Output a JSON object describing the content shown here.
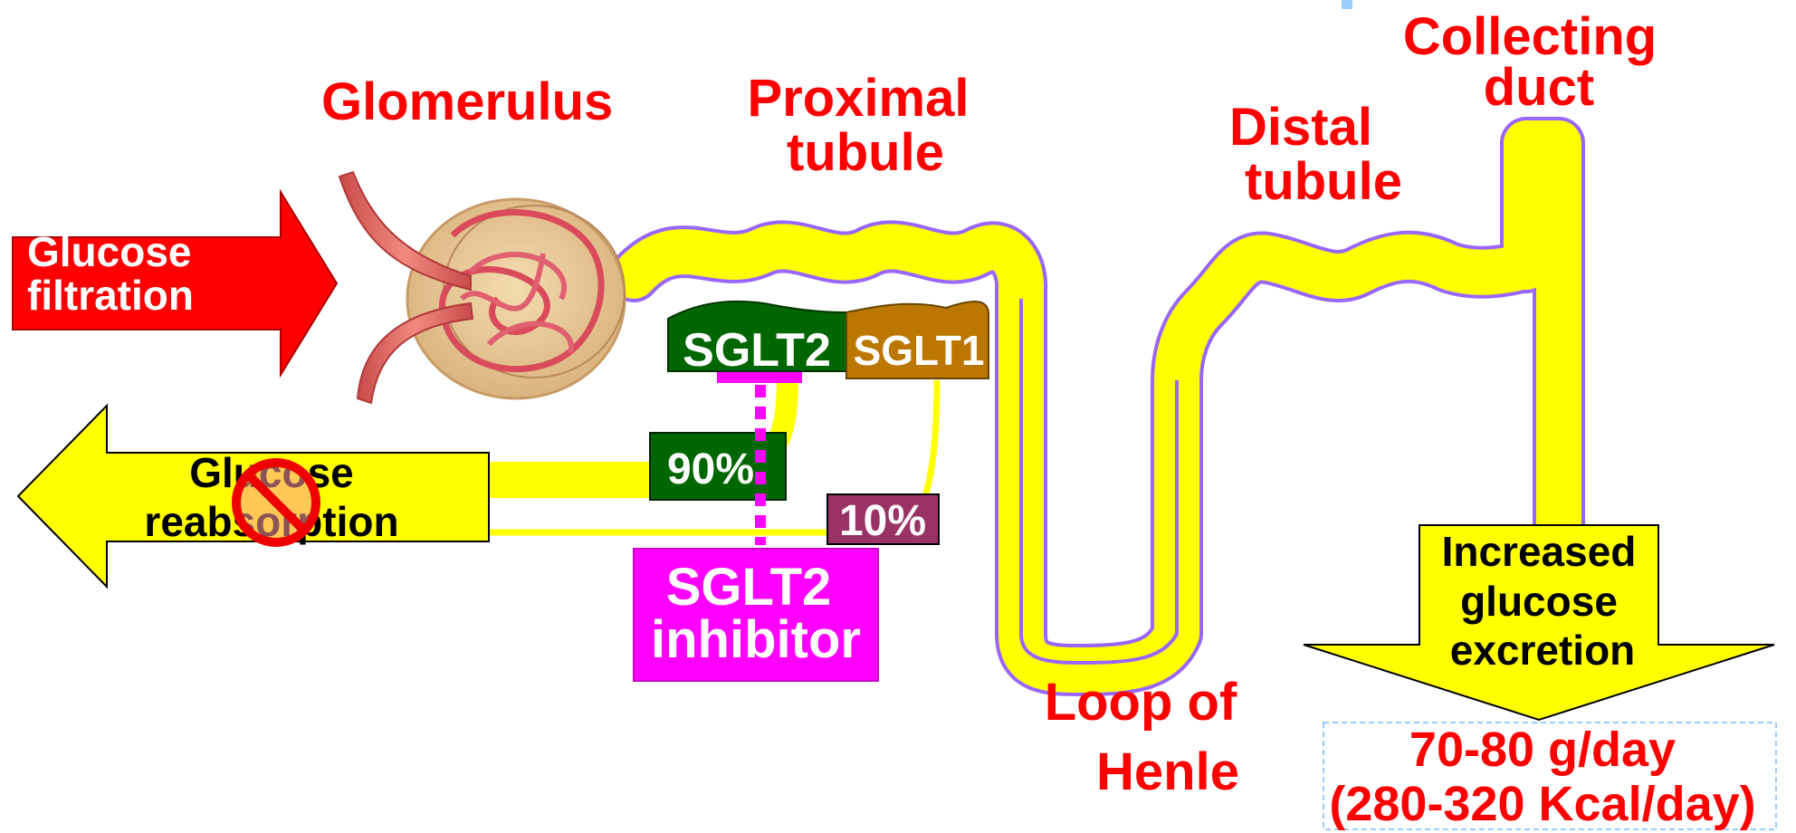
{
  "labels": {
    "glomerulus": "Glomerulus",
    "proximal_1": "Proximal",
    "proximal_2": "tubule",
    "distal_1": "Distal",
    "distal_2": "tubule",
    "collecting_1": "Collecting",
    "collecting_2": "duct",
    "loop_1": "Loop of",
    "loop_2": "Henle"
  },
  "arrows": {
    "filtration_1": "Glucose",
    "filtration_2": "filtration",
    "reabsorption_1": "Glucose",
    "reabsorption_2": "reabsorption",
    "excretion_1": "Increased",
    "excretion_2": "glucose",
    "excretion_3": "excretion"
  },
  "transporters": {
    "sglt2": "SGLT2",
    "sglt1": "SGLT1",
    "pct_90": "90%",
    "pct_10": "10%"
  },
  "inhibitor": {
    "line1": "SGLT2",
    "line2": "inhibitor"
  },
  "excretion_amount": {
    "line1": "70-80 g/day",
    "line2": "(280-320 Kcal/day)"
  },
  "colors": {
    "label_red": "#ff0000",
    "tubule_yellow": "#ffff00",
    "tubule_outline": "#9966ff",
    "sglt2_green": "#006600",
    "sglt1_brown": "#bb7700",
    "pct10_purple": "#993366",
    "inhibitor_magenta": "#ff00ff",
    "filtration_red": "#ff0000"
  },
  "icons": {
    "no_symbol": "prohibited-icon"
  }
}
